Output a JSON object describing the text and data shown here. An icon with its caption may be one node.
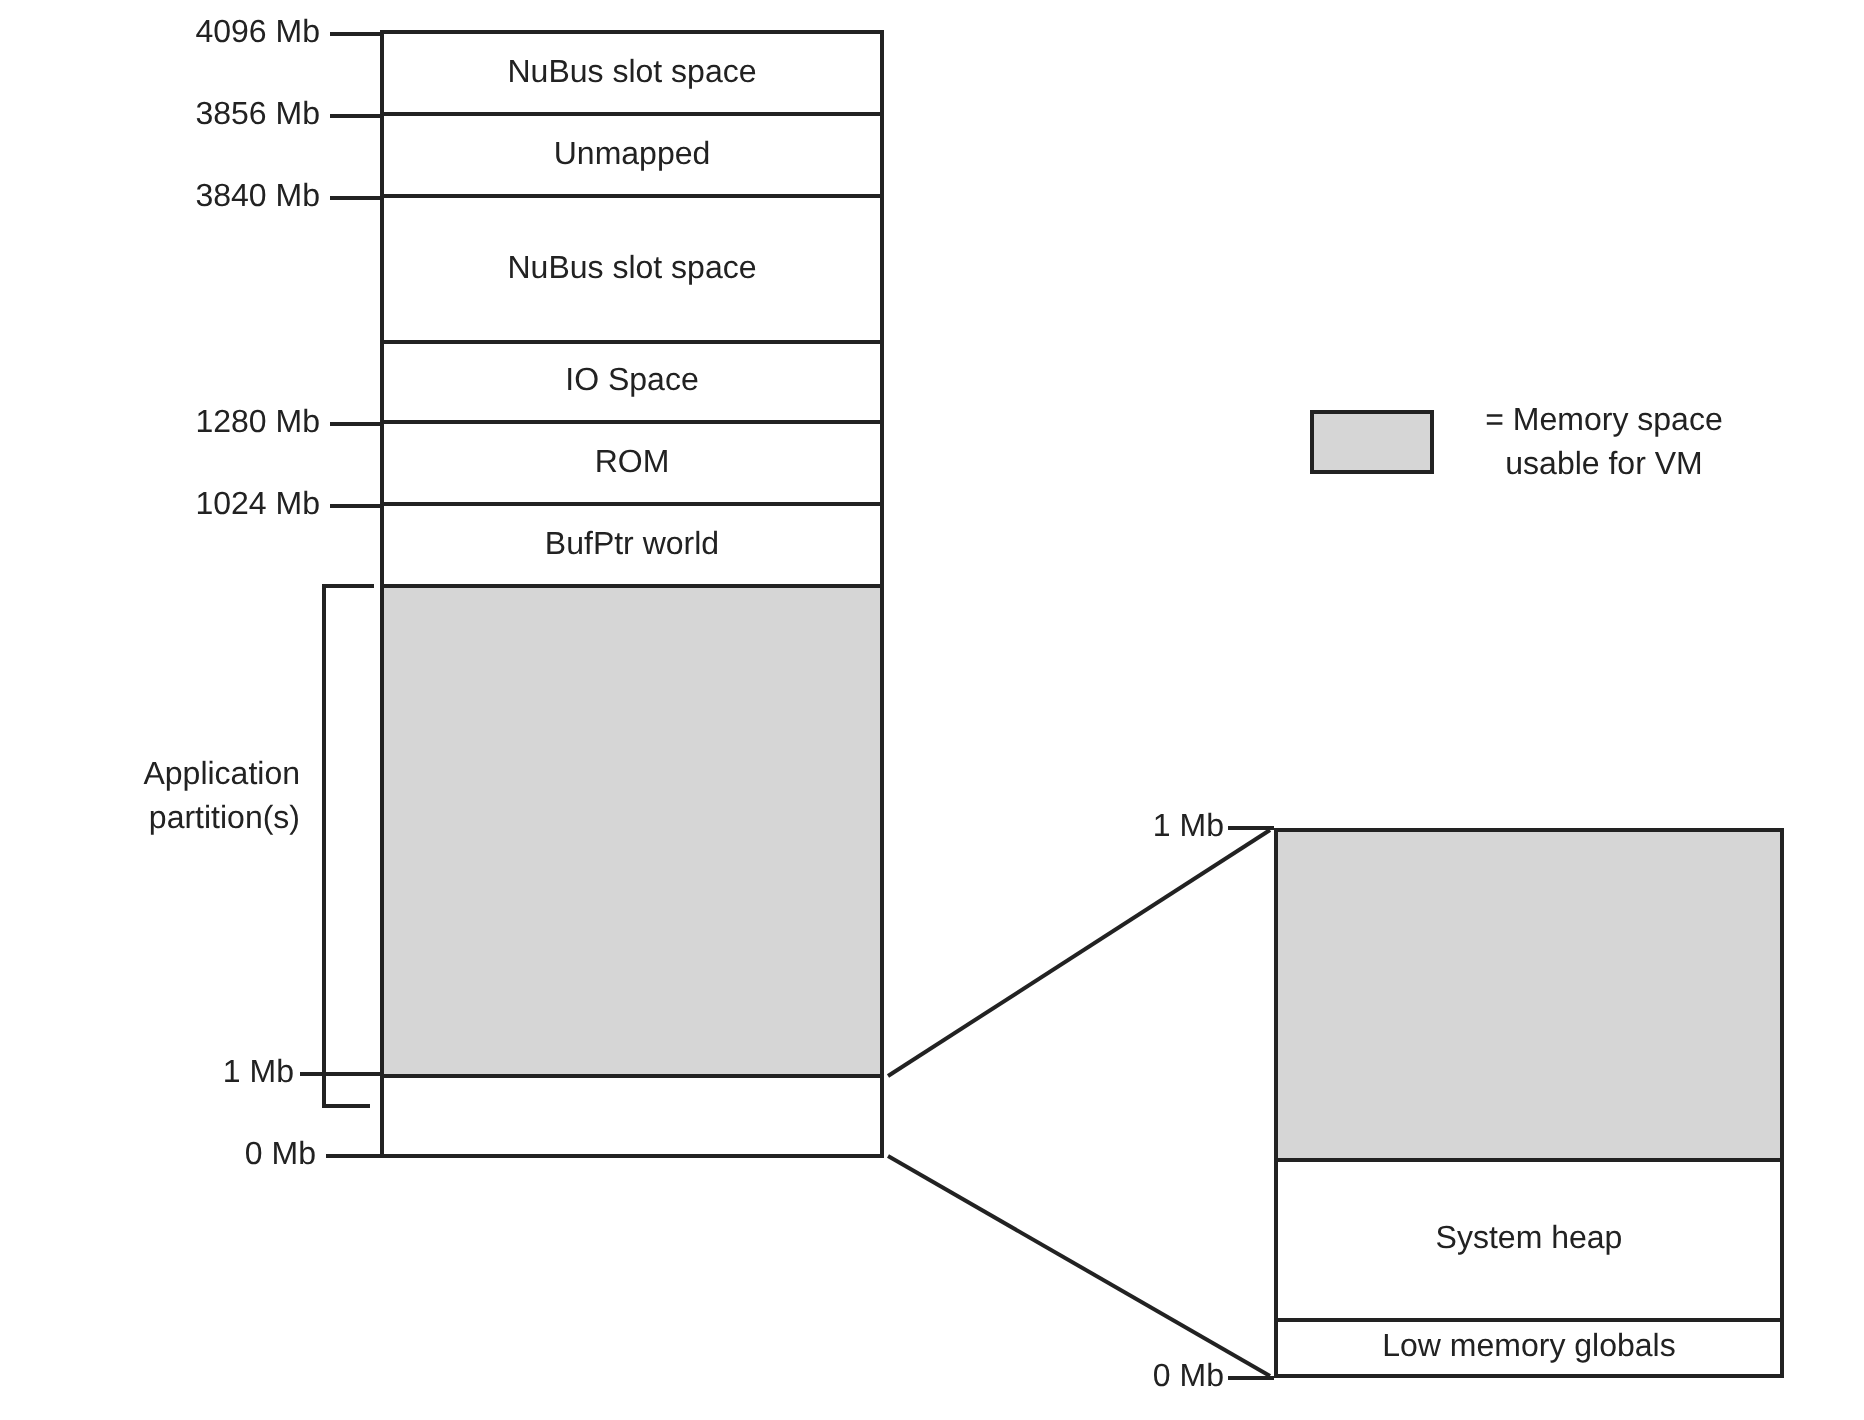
{
  "diagram": {
    "nodes": [
      {
        "text": [
          "NuBus slot space"
        ]
      },
      {
        "text": [
          "Unmapped"
        ]
      },
      {
        "text": [
          "NuBus slot space"
        ]
      },
      {
        "text": [
          "IO Space"
        ]
      },
      {
        "text": [
          "ROM"
        ]
      },
      {
        "text": [
          "BufPtr world"
        ]
      },
      {
        "text": [],
        "shape": "box"
      },
      {
        "text": [],
        "shape": "box"
      },
      {
        "text": [],
        "shape": "box"
      },
      {
        "text": [
          "System heap"
        ]
      },
      {
        "text": [
          "Low memory globals"
        ]
      }
    ],
    "edges": [
      {
        "from": 7,
        "to": 8,
        "arrow": "none"
      },
      {
        "from": 7,
        "to": 10,
        "arrow": "none"
      }
    ],
    "labels": [
      "4096 Mb",
      "3856 Mb",
      "3840 Mb",
      "1280 Mb",
      "1024 Mb",
      "Application partition(s)",
      "1 Mb",
      "0 Mb",
      "1 Mb",
      "0 Mb"
    ],
    "legend": [
      {
        "text": "= Memory space usable for VM",
        "color": "#d6d6d6"
      }
    ]
  }
}
